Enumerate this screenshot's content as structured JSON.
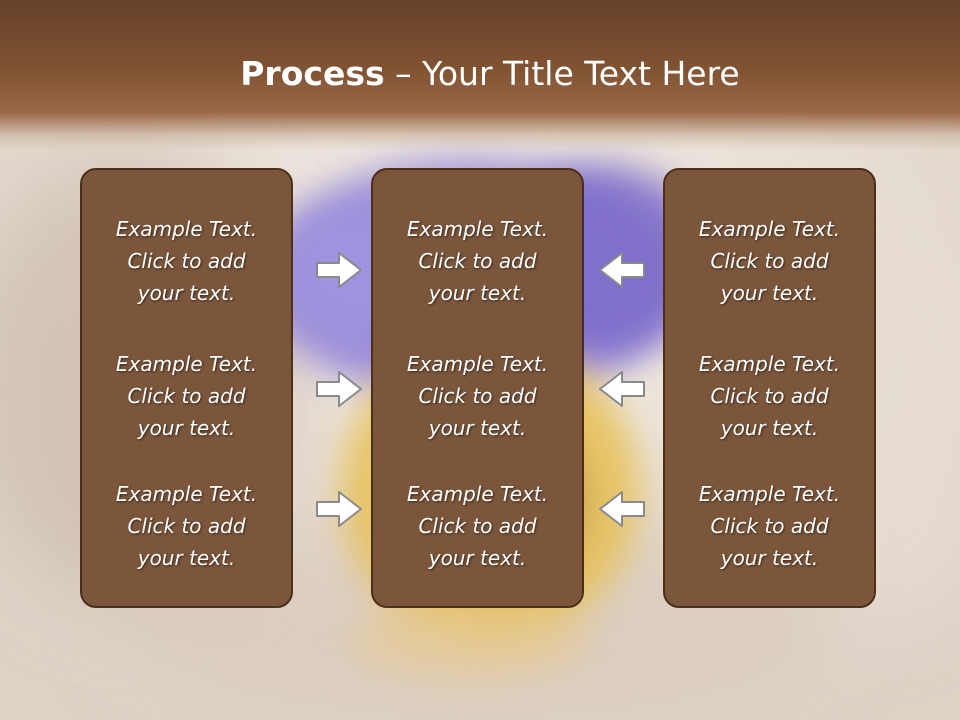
{
  "slide": {
    "title_bold": "Process",
    "title_rest": " – Your Title Text Here"
  },
  "columns": [
    {
      "blocks": [
        {
          "line1": "Example Text.",
          "line2": "Click  to add",
          "line3": "your text."
        },
        {
          "line1": "Example Text.",
          "line2": "Click  to add",
          "line3": "your text."
        },
        {
          "line1": "Example Text.",
          "line2": "Click  to add",
          "line3": "your text."
        }
      ]
    },
    {
      "blocks": [
        {
          "line1": "Example Text.",
          "line2": "Click  to add",
          "line3": "your text."
        },
        {
          "line1": "Example Text.",
          "line2": "Click  to add",
          "line3": "your text."
        },
        {
          "line1": "Example Text.",
          "line2": "Click  to add",
          "line3": "your text."
        }
      ]
    },
    {
      "blocks": [
        {
          "line1": "Example Text.",
          "line2": "Click  to add",
          "line3": "your text."
        },
        {
          "line1": "Example Text.",
          "line2": "Click  to add",
          "line3": "your text."
        },
        {
          "line1": "Example Text.",
          "line2": "Click  to add",
          "line3": "your text."
        }
      ]
    }
  ],
  "arrows": {
    "left_group": "right-arrow-icon",
    "right_group": "left-arrow-icon"
  },
  "colors": {
    "title_band": "#7f5232",
    "box_fill": "#7b563b",
    "box_border": "#4c3019",
    "arrow_fill": "#ffffff",
    "arrow_stroke": "#8a8a8a"
  }
}
